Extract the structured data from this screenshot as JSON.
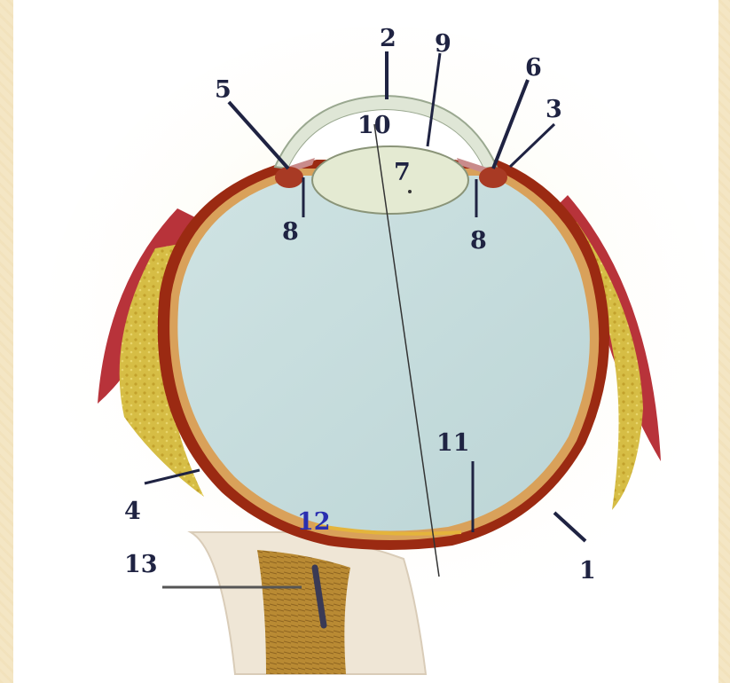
{
  "labels": {
    "l1": "1",
    "l2": "2",
    "l3": "3",
    "l4": "4",
    "l5": "5",
    "l6": "6",
    "l7": "7",
    "l8a": "8",
    "l8b": "8",
    "l9": "9",
    "l10": "10",
    "l11": "11",
    "l12": "12",
    "l13": "13"
  },
  "colors": {
    "background": "#f4e6c4",
    "panel": "#ffffff",
    "label": "#1f2342",
    "label_highlight": "#2a2fb0",
    "vitreous": "#c9dfe0",
    "sclera": "#9b2a12",
    "fat": "#d8c04a",
    "muscle": "#b8333a",
    "lens": "#e4ead2",
    "cornea": "#dfe6d6",
    "optic_nerve": "#b8862e"
  }
}
